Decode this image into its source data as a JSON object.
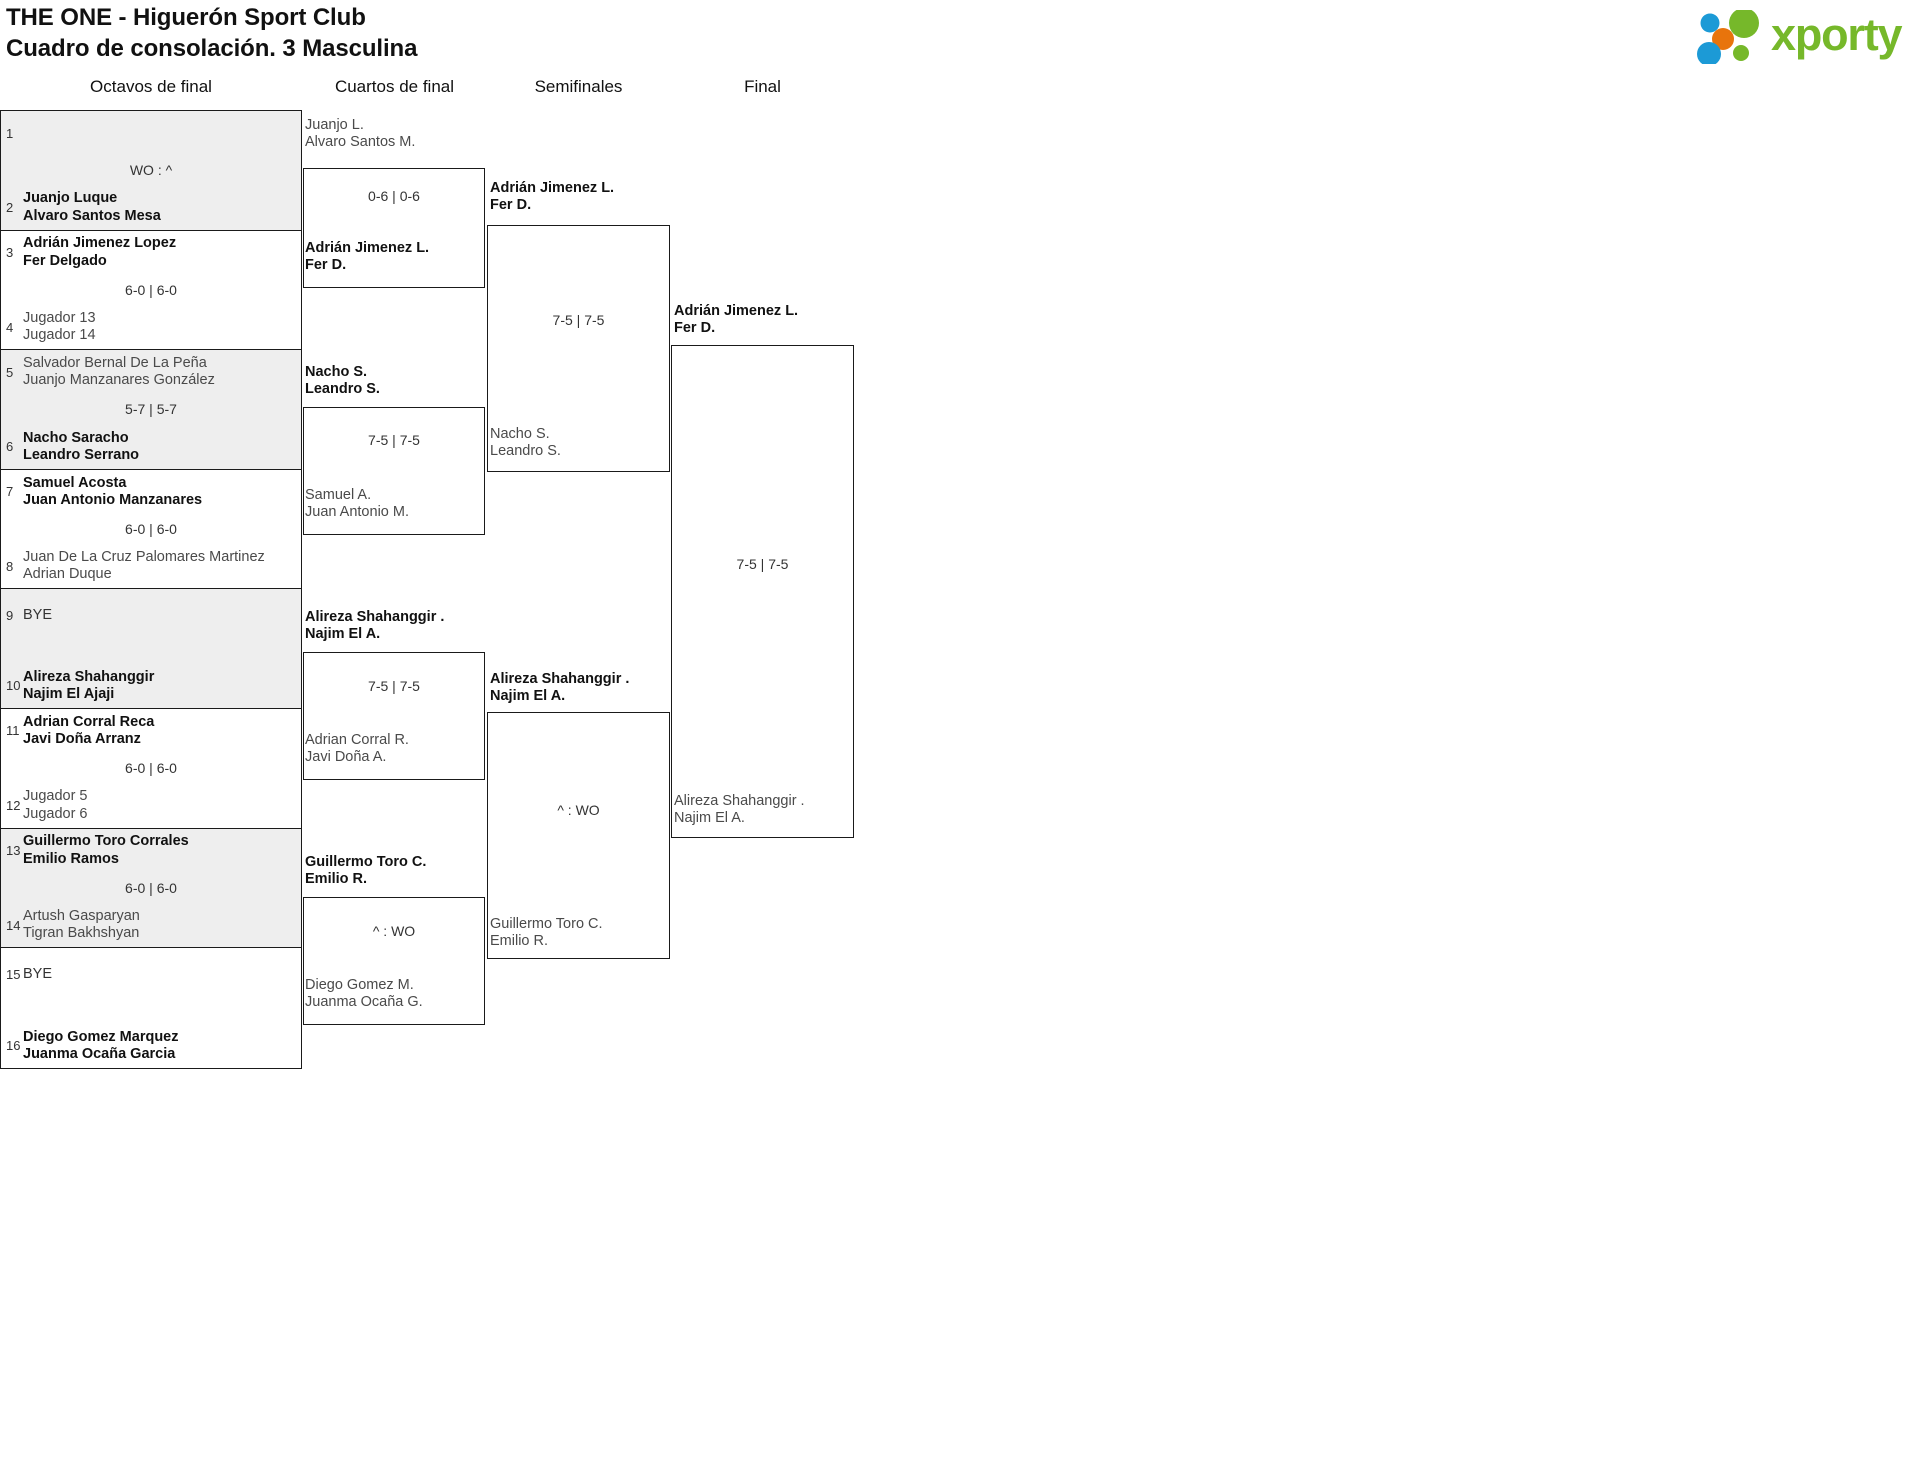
{
  "header": {
    "title_line1": "THE ONE - Higuerón Sport Club",
    "title_line2": "Cuadro de consolación. 3 Masculina",
    "logo_text": "xporty",
    "logo_colors": {
      "green": "#76b82a",
      "blue": "#1c9ad6",
      "orange": "#e8740c"
    }
  },
  "rounds": [
    {
      "label": "Octavos de final"
    },
    {
      "label": "Cuartos de final"
    },
    {
      "label": "Semifinales"
    },
    {
      "label": "Final"
    }
  ],
  "round1": [
    {
      "score": "WO : ^",
      "shaded": true,
      "top": {
        "seed": "1",
        "line1": "",
        "line2": "",
        "winner": false,
        "bye": false,
        "empty": true
      },
      "bottom": {
        "seed": "2",
        "line1": "Juanjo Luque",
        "line2": "Alvaro Santos Mesa",
        "winner": true,
        "bye": false
      }
    },
    {
      "score": "6-0 | 6-0",
      "shaded": false,
      "top": {
        "seed": "3",
        "line1": "Adrián Jimenez Lopez",
        "line2": "Fer Delgado",
        "winner": true,
        "bye": false
      },
      "bottom": {
        "seed": "4",
        "line1": "Jugador 13",
        "line2": "Jugador 14",
        "winner": false,
        "bye": false
      }
    },
    {
      "score": "5-7 | 5-7",
      "shaded": true,
      "top": {
        "seed": "5",
        "line1": "Salvador Bernal De La Peña",
        "line2": "Juanjo Manzanares González",
        "winner": false,
        "bye": false
      },
      "bottom": {
        "seed": "6",
        "line1": "Nacho Saracho",
        "line2": "Leandro Serrano",
        "winner": true,
        "bye": false
      }
    },
    {
      "score": "6-0 | 6-0",
      "shaded": false,
      "top": {
        "seed": "7",
        "line1": "Samuel Acosta",
        "line2": "Juan Antonio Manzanares",
        "winner": true,
        "bye": false
      },
      "bottom": {
        "seed": "8",
        "line1": "Juan De La Cruz Palomares Martinez",
        "line2": "Adrian Duque",
        "winner": false,
        "bye": false
      }
    },
    {
      "score": "",
      "shaded": true,
      "top": {
        "seed": "9",
        "line1": "BYE",
        "line2": "",
        "winner": false,
        "bye": true
      },
      "bottom": {
        "seed": "10",
        "line1": "Alireza Shahanggir",
        "line2": "Najim El Ajaji",
        "winner": true,
        "bye": false
      }
    },
    {
      "score": "6-0 | 6-0",
      "shaded": false,
      "top": {
        "seed": "11",
        "line1": "Adrian Corral Reca",
        "line2": "Javi Doña Arranz",
        "winner": true,
        "bye": false
      },
      "bottom": {
        "seed": "12",
        "line1": "Jugador 5",
        "line2": "Jugador 6",
        "winner": false,
        "bye": false
      }
    },
    {
      "score": "6-0 | 6-0",
      "shaded": true,
      "top": {
        "seed": "13",
        "line1": "Guillermo Toro Corrales",
        "line2": "Emilio Ramos",
        "winner": true,
        "bye": false
      },
      "bottom": {
        "seed": "14",
        "line1": "Artush Gasparyan",
        "line2": "Tigran Bakhshyan",
        "winner": false,
        "bye": false
      }
    },
    {
      "score": "",
      "shaded": false,
      "top": {
        "seed": "15",
        "line1": "BYE",
        "line2": "",
        "winner": false,
        "bye": true
      },
      "bottom": {
        "seed": "16",
        "line1": "Diego Gomez Marquez",
        "line2": "Juanma Ocaña Garcia",
        "winner": true,
        "bye": false
      }
    }
  ],
  "round2": [
    {
      "score": "0-6 | 0-6",
      "top": {
        "line1": "Juanjo L.",
        "line2": "Alvaro Santos M.",
        "winner": false
      },
      "bottom": {
        "line1": "Adrián Jimenez L.",
        "line2": "Fer D.",
        "winner": true
      }
    },
    {
      "score": "7-5 | 7-5",
      "top": {
        "line1": "Nacho S.",
        "line2": "Leandro S.",
        "winner": true
      },
      "bottom": {
        "line1": "Samuel A.",
        "line2": "Juan Antonio M.",
        "winner": false
      }
    },
    {
      "score": "7-5 | 7-5",
      "top": {
        "line1": "Alireza Shahanggir .",
        "line2": "Najim El A.",
        "winner": true
      },
      "bottom": {
        "line1": "Adrian Corral R.",
        "line2": "Javi Doña A.",
        "winner": false
      }
    },
    {
      "score": "^ : WO",
      "top": {
        "line1": "Guillermo Toro C.",
        "line2": "Emilio R.",
        "winner": true
      },
      "bottom": {
        "line1": "Diego Gomez M.",
        "line2": "Juanma Ocaña G.",
        "winner": false
      }
    }
  ],
  "round3": [
    {
      "score": "7-5 | 7-5",
      "top": {
        "line1": "Adrián Jimenez L.",
        "line2": "Fer D.",
        "winner": true
      },
      "bottom": {
        "line1": "Nacho S.",
        "line2": "Leandro S.",
        "winner": false
      }
    },
    {
      "score": "^ : WO",
      "top": {
        "line1": "Alireza Shahanggir .",
        "line2": "Najim El A.",
        "winner": true
      },
      "bottom": {
        "line1": "Guillermo Toro C.",
        "line2": "Emilio R.",
        "winner": false
      }
    }
  ],
  "round4": [
    {
      "score": "7-5 | 7-5",
      "top": {
        "line1": "Adrián Jimenez L.",
        "line2": "Fer D.",
        "winner": true
      },
      "bottom": {
        "line1": "Alireza Shahanggir .",
        "line2": "Najim El A.",
        "winner": false
      }
    }
  ]
}
